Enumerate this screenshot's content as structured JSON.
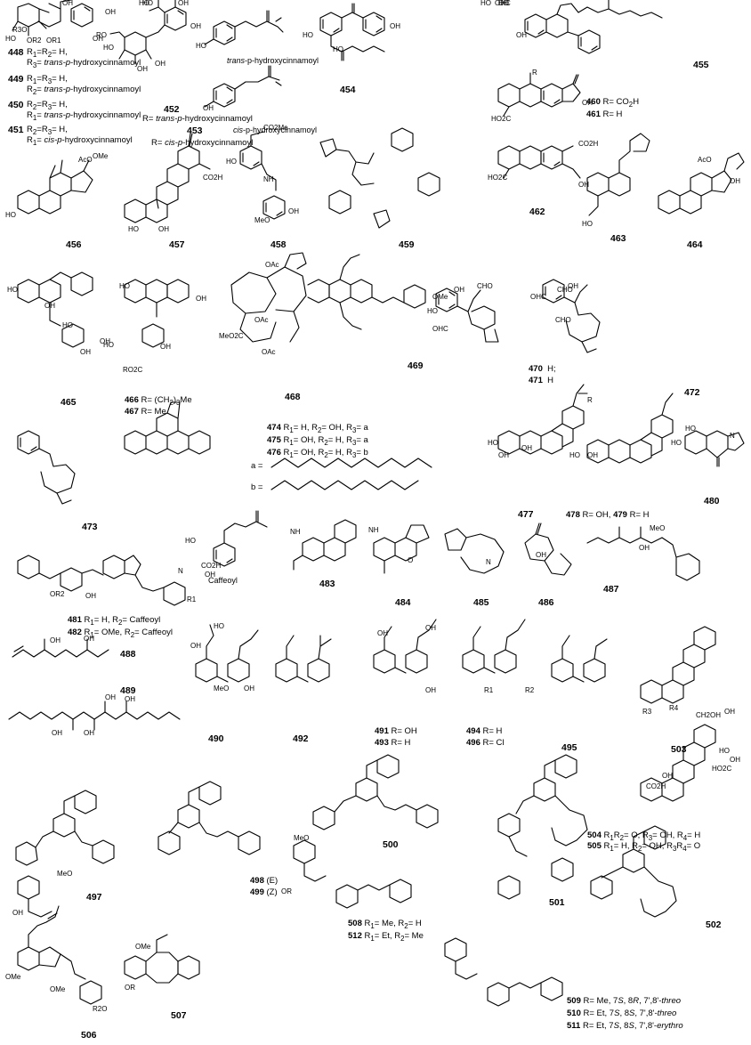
{
  "compounds": [
    {
      "id": "448",
      "ids": "448"
    },
    {
      "id": "449",
      "ids": "449"
    },
    {
      "id": "450",
      "ids": "450"
    },
    {
      "id": "451",
      "ids": "451"
    },
    {
      "id": "452",
      "ids": "452"
    },
    {
      "id": "453",
      "ids": "453"
    },
    {
      "id": "454",
      "ids": "454"
    },
    {
      "id": "455",
      "ids": "455"
    },
    {
      "id": "456",
      "ids": "456"
    },
    {
      "id": "457",
      "ids": "457"
    },
    {
      "id": "458",
      "ids": "458"
    },
    {
      "id": "459",
      "ids": "459"
    },
    {
      "id": "460",
      "ids": "460"
    },
    {
      "id": "461",
      "ids": "461"
    },
    {
      "id": "462",
      "ids": "462"
    },
    {
      "id": "463",
      "ids": "463"
    },
    {
      "id": "464",
      "ids": "464"
    },
    {
      "id": "465",
      "ids": "465"
    },
    {
      "id": "466",
      "ids": "466"
    },
    {
      "id": "467",
      "ids": "467"
    },
    {
      "id": "468",
      "ids": "468"
    },
    {
      "id": "469",
      "ids": "469"
    },
    {
      "id": "470",
      "ids": "470"
    },
    {
      "id": "471",
      "ids": "471"
    },
    {
      "id": "472",
      "ids": "472"
    },
    {
      "id": "473",
      "ids": "473"
    },
    {
      "id": "474",
      "ids": "474"
    },
    {
      "id": "475",
      "ids": "475"
    },
    {
      "id": "476",
      "ids": "476"
    },
    {
      "id": "477",
      "ids": "477"
    },
    {
      "id": "478",
      "ids": "478"
    },
    {
      "id": "479",
      "ids": "479"
    },
    {
      "id": "480",
      "ids": "480"
    },
    {
      "id": "481",
      "ids": "481"
    },
    {
      "id": "482",
      "ids": "482"
    },
    {
      "id": "483",
      "ids": "483"
    },
    {
      "id": "484",
      "ids": "484"
    },
    {
      "id": "485",
      "ids": "485"
    },
    {
      "id": "486",
      "ids": "486"
    },
    {
      "id": "487",
      "ids": "487"
    },
    {
      "id": "488",
      "ids": "488"
    },
    {
      "id": "489",
      "ids": "489"
    },
    {
      "id": "490",
      "ids": "490"
    },
    {
      "id": "491",
      "ids": "491"
    },
    {
      "id": "492",
      "ids": "492"
    },
    {
      "id": "493",
      "ids": "493"
    },
    {
      "id": "494",
      "ids": "494"
    },
    {
      "id": "495",
      "ids": "495"
    },
    {
      "id": "496",
      "ids": "496"
    },
    {
      "id": "497",
      "ids": "497"
    },
    {
      "id": "498",
      "ids": "498"
    },
    {
      "id": "499",
      "ids": "499"
    },
    {
      "id": "500",
      "ids": "500"
    },
    {
      "id": "501",
      "ids": "501"
    },
    {
      "id": "502",
      "ids": "502"
    },
    {
      "id": "503",
      "ids": "503"
    },
    {
      "id": "504",
      "ids": "504"
    },
    {
      "id": "505",
      "ids": "505"
    },
    {
      "id": "506",
      "ids": "506"
    },
    {
      "id": "507",
      "ids": "507"
    },
    {
      "id": "508",
      "ids": "508"
    },
    {
      "id": "509",
      "ids": "509"
    },
    {
      "id": "510",
      "ids": "510"
    },
    {
      "id": "511",
      "ids": "511"
    },
    {
      "id": "512",
      "ids": "512"
    }
  ],
  "substituents": {
    "s448": "448 R1=R2= H,",
    "s448b": "R3= trans-p-hydroxycinnamoyl",
    "s449": "449 R1=R3= H,",
    "s449b": "R2= trans-p-hydroxycinnamoyl",
    "s450": "450 R2=R3= H,",
    "s450b": "R1= trans-p-hydroxycinnamoyl",
    "s451": "451 R2=R3= H,",
    "s451b": "R1= cis-p-hydroxycinnamoyl",
    "s452": "452",
    "s452b": "R= trans-p-hydroxycinnamoyl",
    "s453": "453",
    "s453b": "R= cis-p-hydroxycinnamoyl",
    "s460": "460 R= CO2H",
    "s461": "461 R= H",
    "s466": "466 R= (CH2)3Me",
    "s467": "467 R= Me",
    "s470": "470  H;",
    "s471": "471  H",
    "s474": "474 R1= H, R2= OH, R3= a",
    "s475": "475 R1= OH, R2= H, R3= a",
    "s476": "476 R1= OH, R2= H, R3= b",
    "sa": "a =",
    "sb": "b =",
    "s478": "478 R= OH, 479 R= H",
    "s481": "481 R1= H, R2= Caffeoyl",
    "s482": "482 R1= OMe, R2= Caffeoyl",
    "s491": "491 R= OH",
    "s493": "493 R= H",
    "s494": "494 R= H",
    "s496": "496 R= Cl",
    "s498": "498 (E)",
    "s499": "499 (Z)",
    "s504": "504 R1R2= O, R3= OH, R4= H",
    "s505": "505 R1= H, R2= OH, R3R4= O",
    "s508": "508 R1= Me, R2= H",
    "s512": "512 R1= Et, R2= Me",
    "s509": "509 R= Me, 7S, 8R, 7',8'-threo",
    "s510": "510 R= Et, 7S, 8S, 7',8'-threo",
    "s511": "511 R= Et, 7S, 8S, 7',8'-erythro"
  },
  "captions": {
    "trans": "trans-p-hydroxycinnamoyl",
    "cis": "cis-p-hydroxycinnamoyl",
    "caffeoyl": "Caffeoyl"
  },
  "atoms": [
    "OH",
    "OH",
    "HO",
    "R3O",
    "OR2",
    "OR1",
    "OH",
    "RO",
    "HO",
    "OH",
    "OH",
    "HO",
    "HO",
    "OH",
    "OH",
    "OH",
    "OH",
    "HO",
    "HO",
    "OH",
    "R",
    "HO2C",
    "OH",
    "AcO",
    "OMe",
    "HO",
    "CO2H",
    "HO",
    "OH",
    "CO2Me",
    "HO",
    "NH",
    "MeO",
    "OH",
    "HO",
    "CO2H",
    "OH",
    "HO2C",
    "HO",
    "AcO",
    "OH",
    "HO",
    "OH",
    "HO",
    "OH",
    "OH",
    "HO",
    "HO",
    "OH",
    "RO2C",
    "OH",
    "HO",
    "OH",
    "OAc",
    "MeO2C",
    "OAc",
    "OAc",
    "OMe",
    "CHO",
    "HO",
    "OH",
    "OHC",
    "CHO",
    "OHC",
    "OH",
    "CHO",
    "HO",
    "OHC",
    "HO",
    "OH",
    "HO",
    "OH",
    "OH",
    "R",
    "OH",
    "HO",
    "HO",
    "N",
    "HO",
    "CO2H",
    "HO",
    "N",
    "OR2",
    "OH",
    "R1",
    "OH",
    "NH",
    "NH",
    "O",
    "N",
    "OH",
    "OH",
    "MeO",
    "OH",
    "OH",
    "OH",
    "OH",
    "OH",
    "OH",
    "OH",
    "MeO",
    "OH",
    "OH",
    "OH",
    "HO",
    "OH",
    "R1",
    "R2",
    "R3",
    "R4",
    "CH2OH",
    "OH",
    "HO",
    "OH",
    "OH",
    "CO2H",
    "HO2C",
    "OH",
    "OMe",
    "OMe",
    "R2O",
    "MeO",
    "OMe",
    "OR",
    "MeO",
    "OR"
  ]
}
